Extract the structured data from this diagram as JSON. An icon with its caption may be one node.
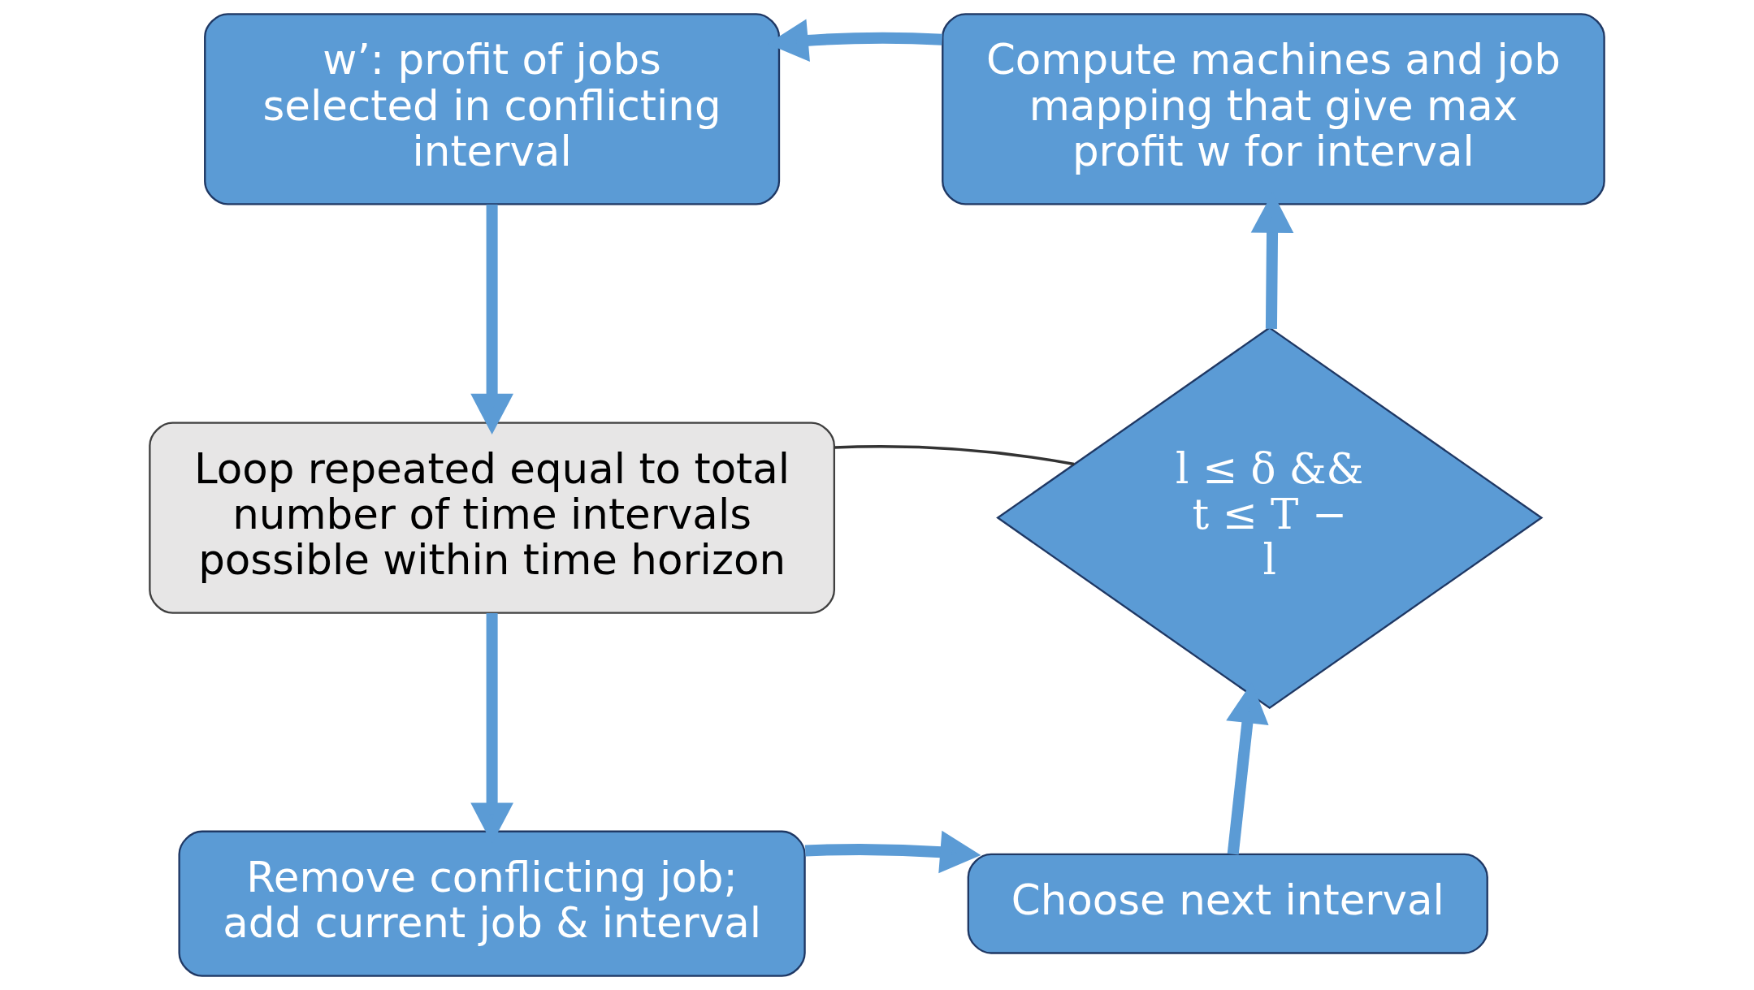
{
  "diagram": {
    "nodes": [
      {
        "text": [
          "w’: profit of jobs selected in conflicting interval"
        ]
      },
      {
        "text": [
          "Compute machines and job mapping that give max profit w for interval"
        ]
      },
      {
        "text": [
          "Loop repeated equal to total number of time intervals possible within time horizon"
        ]
      },
      {
        "text": [
          "l ≤ δ && t ≤ T − l"
        ]
      },
      {
        "text": [
          "Remove conflicting job; add current job & interval"
        ]
      },
      {
        "text": [
          "Choose next interval"
        ]
      }
    ],
    "edges": [
      {
        "from": 1,
        "to": 0,
        "arrow": "to"
      },
      {
        "from": 0,
        "to": 2,
        "arrow": "to"
      },
      {
        "from": 2,
        "to": 4,
        "arrow": "to"
      },
      {
        "from": 4,
        "to": 5,
        "arrow": "to"
      },
      {
        "from": 5,
        "to": 3,
        "arrow": "to"
      },
      {
        "from": 3,
        "to": 1,
        "arrow": "to"
      },
      {
        "from": 2,
        "to": 3,
        "arrow": "none",
        "color": "#333333"
      }
    ]
  }
}
